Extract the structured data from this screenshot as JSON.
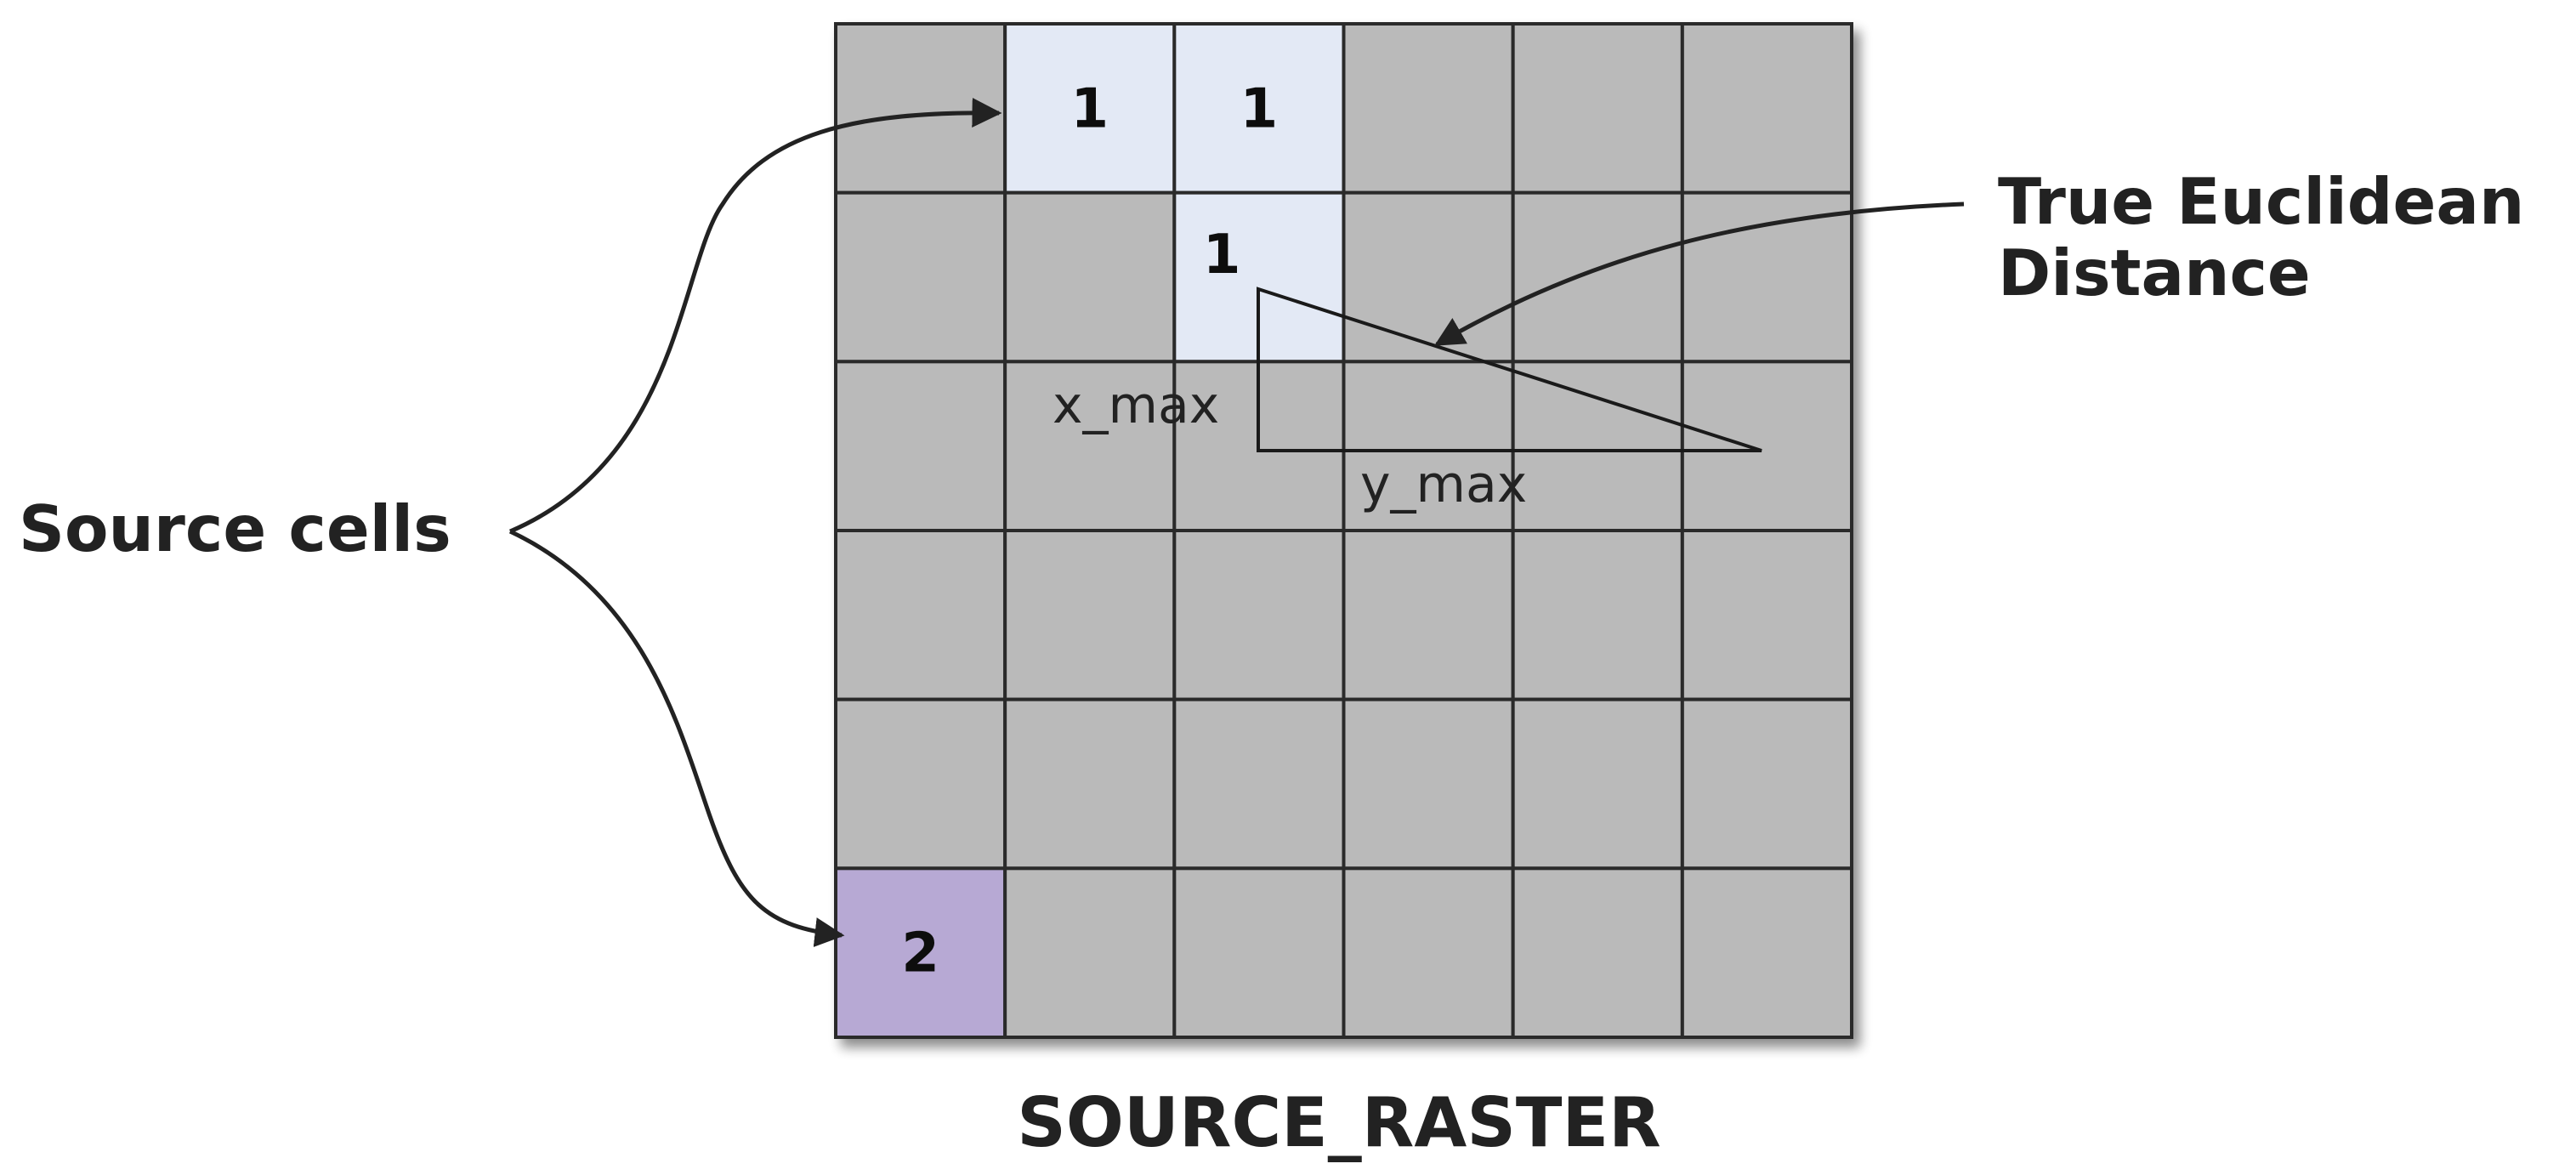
{
  "raster": {
    "name": "SOURCE_RASTER",
    "rows": 6,
    "cols": 6,
    "cells": [
      {
        "row": 0,
        "col": 1,
        "value": "1",
        "zone": "zone_1"
      },
      {
        "row": 0,
        "col": 2,
        "value": "1",
        "zone": "zone_1"
      },
      {
        "row": 1,
        "col": 2,
        "value": "1",
        "zone": "zone_1"
      },
      {
        "row": 5,
        "col": 0,
        "value": "2",
        "zone": "zone_2"
      }
    ]
  },
  "annotations": {
    "source_cells": "Source cells",
    "true_euclidean_line1": "True Euclidean",
    "true_euclidean_line2": "Distance",
    "x_max": "x_max",
    "y_max": "y_max"
  },
  "colors": {
    "nodata_cell": "#bababa",
    "zone_1": "#e3e9f5",
    "zone_2": "#b7a9d4",
    "grid_line": "#2b2b2b",
    "shadow": "#9a9a9a",
    "text": "#222222"
  }
}
